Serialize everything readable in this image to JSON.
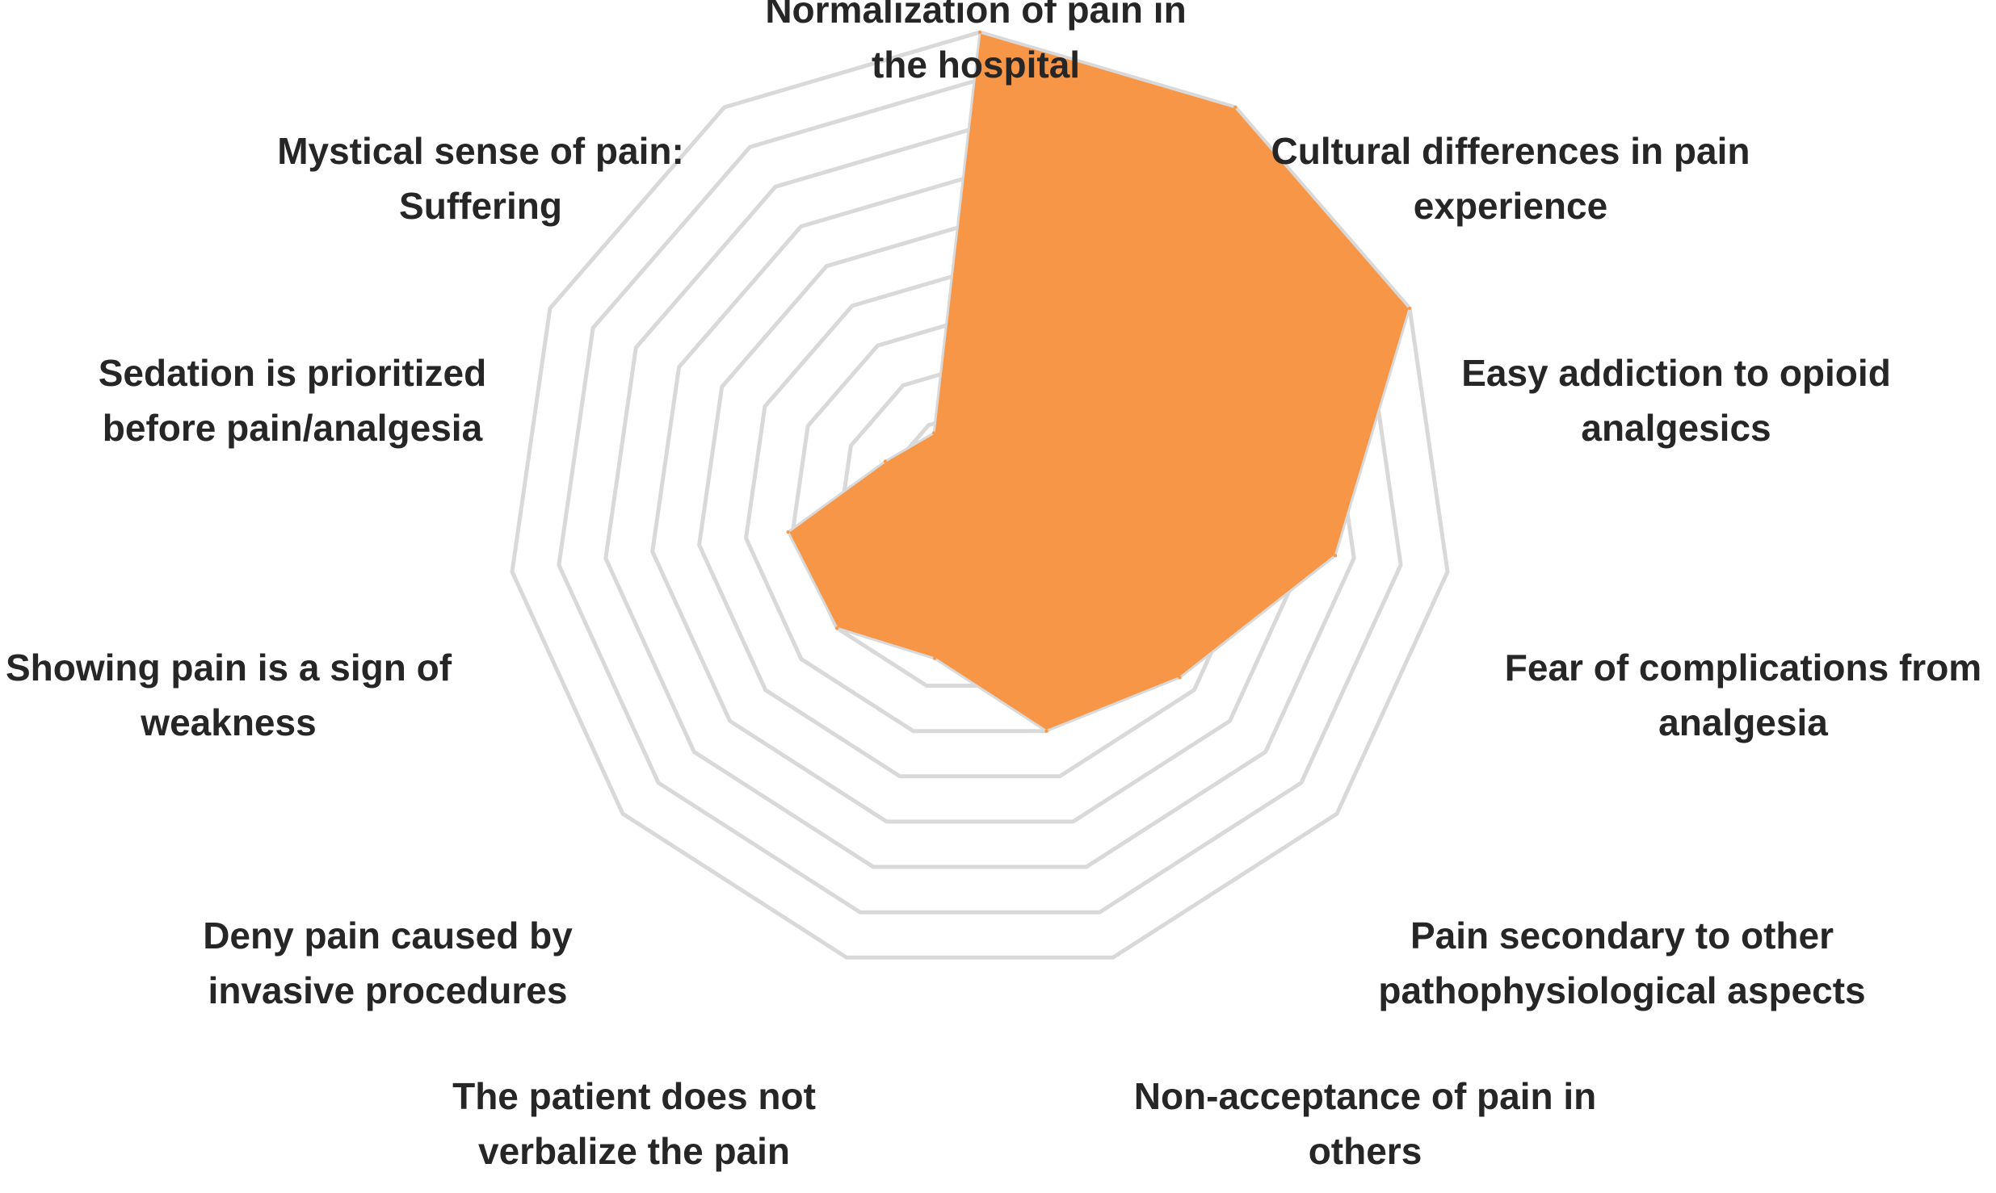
{
  "chart_data": {
    "type": "radar",
    "title": "",
    "categories": [
      [
        "Normalization of pain in",
        "the hospital"
      ],
      [
        "Cultural differences in pain",
        "experience"
      ],
      [
        "Easy addiction to opioid",
        "analgesics"
      ],
      [
        "Fear of complications from",
        "analgesia"
      ],
      [
        "Pain secondary to other",
        "pathophysiological aspects"
      ],
      [
        "Non-acceptance of pain in",
        "others"
      ],
      [
        "The patient does not",
        "verbalize the pain"
      ],
      [
        "Deny pain caused by",
        "invasive procedures"
      ],
      [
        "Showing pain is a sign of",
        "weakness"
      ],
      [
        "Sedation is prioritized",
        "before pain/analgesia"
      ],
      [
        "Mystical sense of pain:",
        "Suffering"
      ]
    ],
    "series": [
      {
        "values": [
          10,
          10,
          10,
          7.6,
          5.6,
          5,
          3.4,
          4,
          4.1,
          2.2,
          1.8
        ],
        "color": "#F79646"
      }
    ],
    "rlim": [
      0,
      10
    ],
    "rings": 10,
    "grid": true,
    "grid_color": "#D9D9D9",
    "legend": "none"
  }
}
